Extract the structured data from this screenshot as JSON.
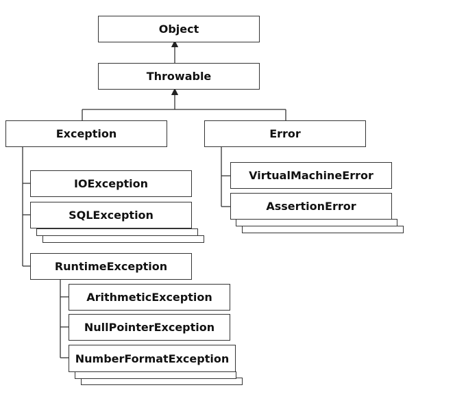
{
  "diagram": {
    "title": "",
    "nodes": {
      "object": "Object",
      "throwable": "Throwable",
      "exception": "Exception",
      "error": "Error",
      "io_exception": "IOException",
      "sql_exception": "SQLException",
      "runtime_exception": "RuntimeException",
      "arithmetic_exception": "ArithmeticException",
      "null_pointer_exception": "NullPointerException",
      "number_format_exception": "NumberFormatException",
      "virtual_machine_error": "VirtualMachineError",
      "assertion_error": "AssertionError"
    },
    "edges": [
      [
        "Throwable",
        "Object"
      ],
      [
        "Exception",
        "Throwable"
      ],
      [
        "Error",
        "Throwable"
      ],
      [
        "IOException",
        "Exception"
      ],
      [
        "SQLException",
        "Exception"
      ],
      [
        "RuntimeException",
        "Exception"
      ],
      [
        "ArithmeticException",
        "RuntimeException"
      ],
      [
        "NullPointerException",
        "RuntimeException"
      ],
      [
        "NumberFormatException",
        "RuntimeException"
      ],
      [
        "VirtualMachineError",
        "Error"
      ],
      [
        "AssertionError",
        "Error"
      ]
    ],
    "line_color": "#333333"
  }
}
